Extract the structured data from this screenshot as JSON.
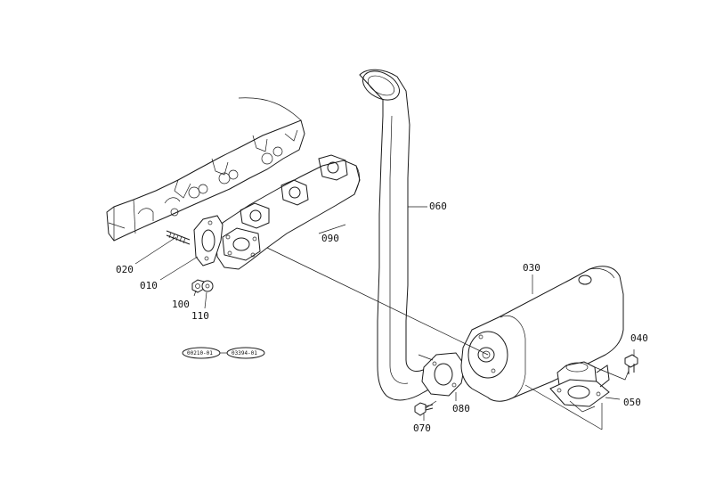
{
  "parts": [
    {
      "id": "p010",
      "label": "010",
      "name": "gasket"
    },
    {
      "id": "p020",
      "label": "020",
      "name": "stud"
    },
    {
      "id": "p030",
      "label": "030",
      "name": "muffler"
    },
    {
      "id": "p040",
      "label": "040",
      "name": "bolt"
    },
    {
      "id": "p050",
      "label": "050",
      "name": "bracket"
    },
    {
      "id": "p060",
      "label": "060",
      "name": "exhaust-pipe"
    },
    {
      "id": "p070",
      "label": "070",
      "name": "bolt"
    },
    {
      "id": "p080",
      "label": "080",
      "name": "gasket"
    },
    {
      "id": "p090",
      "label": "090",
      "name": "exhaust-manifold"
    },
    {
      "id": "p100",
      "label": "100",
      "name": "nut"
    },
    {
      "id": "p110",
      "label": "110",
      "name": "washer"
    }
  ],
  "reference_tags": [
    "00210-01",
    "03394-01"
  ]
}
